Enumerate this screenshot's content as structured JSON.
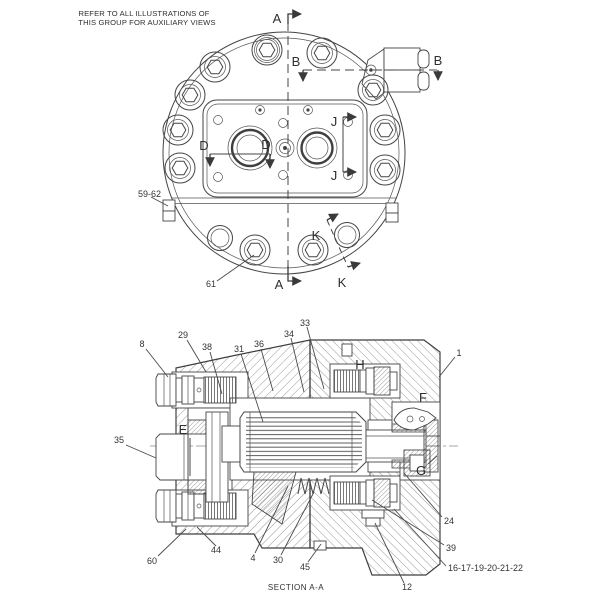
{
  "note": {
    "line1": "REFER TO ALL ILLUSTRATIONS OF",
    "line2": "THIS GROUP FOR AUXILIARY VIEWS"
  },
  "caption": "SECTION A-A",
  "markers": {
    "a": "A",
    "b": "B",
    "d": "D",
    "e": "E",
    "f": "F",
    "g": "G",
    "h": "H",
    "j": "J",
    "k": "K"
  },
  "callouts": {
    "c1": "1",
    "c4": "4",
    "c8": "8",
    "c12": "12",
    "c24": "24",
    "c29": "29",
    "c30": "30",
    "c31": "31",
    "c33": "33",
    "c34": "34",
    "c35": "35",
    "c36": "36",
    "c38": "38",
    "c39": "39",
    "c44": "44",
    "c45": "45",
    "c60": "60",
    "c61": "61",
    "c59_62": "59-62",
    "c16_22": "16-17-19-20-21-22"
  },
  "colors": {
    "line": "#454545",
    "label": "#2e2e2e",
    "background": "#ffffff"
  }
}
